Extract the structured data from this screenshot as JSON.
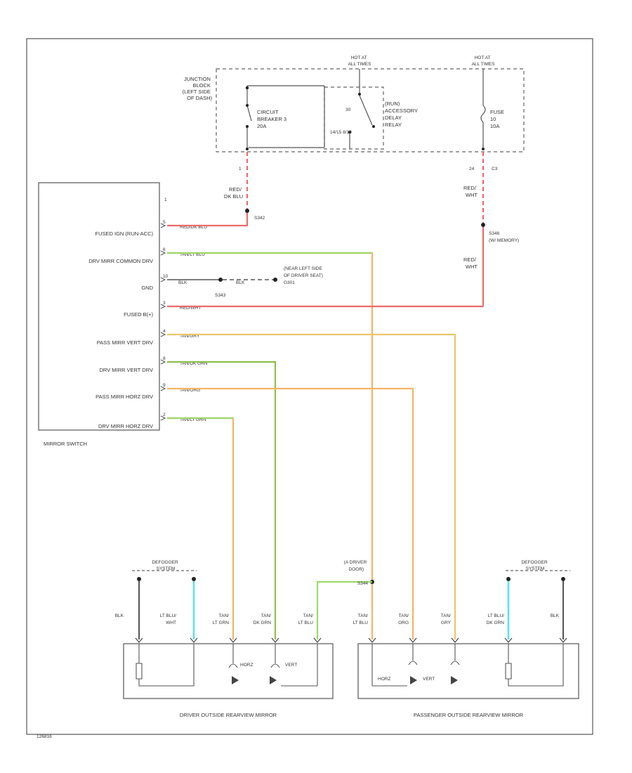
{
  "junction_block": {
    "label": [
      "JUNCTION",
      "BLOCK",
      "(LEFT SIDE",
      "OF DASH)"
    ],
    "hot_left": [
      "HOT AT",
      "ALL TIMES"
    ],
    "hot_right": [
      "HOT AT",
      "ALL TIMES"
    ],
    "circuit_breaker": [
      "CIRCUIT",
      "BREAKER 3",
      "20A"
    ],
    "relay": [
      "(RUN)",
      "ACCESSORY",
      "DELAY",
      "RELAY"
    ],
    "relay_pin_30": "30",
    "relay_pins_bottom": "14/15   8/10",
    "fuse": [
      "FUSE",
      "10",
      "10A"
    ],
    "pin_left": "1",
    "pin_right": "24",
    "pin_right_conn": "C3"
  },
  "splices": {
    "s342": "S342",
    "s346": [
      "S346",
      "(W/ MEMORY)"
    ],
    "s343": "S343",
    "s344": "S344"
  },
  "wires": {
    "red_dkblu": [
      "RED/",
      "DK BLU"
    ],
    "red_wht_top": [
      "RED/",
      "WHT"
    ],
    "red_wht_bottom": [
      "RED/",
      "WHT"
    ],
    "gnd_wire": "BLK",
    "gnd_wire2": "BLK",
    "ground_loc": [
      "(NEAR LEFT SIDE",
      "OF DRIVER SEAT)",
      "G301"
    ]
  },
  "mirror_switch": {
    "title": "MIRROR SWITCH",
    "pin1": "1",
    "rows": [
      {
        "label": "FUSED IGN (RUN-ACC)",
        "pin": "5",
        "wire": "RED/DK BLU"
      },
      {
        "label": "DRV MIRR COMMON DRV",
        "pin": "6",
        "wire": "TAN/LT BLU"
      },
      {
        "label": "GND",
        "pin": "10",
        "wire": "BLK"
      },
      {
        "label": "FUSED B(+)",
        "pin": "3",
        "wire": "RED/WHT"
      },
      {
        "label": "PASS MIRR VERT DRV",
        "pin": "4",
        "wire": "TAN/GRY"
      },
      {
        "label": "DRV MIRR VERT DRV",
        "pin": "8",
        "wire": "TAN/DK GRN"
      },
      {
        "label": "PASS MIRR HORZ DRV",
        "pin": "9",
        "wire": "TAN/ORG"
      },
      {
        "label": "DRV MIRR HORZ DRV",
        "pin": "2",
        "wire": "TAN/LT GRN"
      }
    ]
  },
  "driver_mirror": {
    "title": "DRIVER OUTSIDE REARVIEW MIRROR",
    "defogger": [
      "DEFOGGER",
      "SYSTEM"
    ],
    "wires": [
      {
        "label": [
          "BLK"
        ]
      },
      {
        "label": [
          "LT BLU/",
          "WHT"
        ]
      },
      {
        "label": [
          "TAN/",
          "LT GRN"
        ]
      },
      {
        "label": [
          "TAN/",
          "DK GRN"
        ]
      },
      {
        "label": [
          "TAN/",
          "LT BLU"
        ]
      }
    ],
    "horz": "HORZ",
    "vert": "VERT"
  },
  "passenger_mirror": {
    "title": "PASSENGER OUTSIDE REARVIEW MIRROR",
    "defogger": [
      "DEFOGGER",
      "SYSTEM"
    ],
    "splice_note": [
      "(A DRIVER",
      "DOOR)",
      "S344"
    ],
    "wires": [
      {
        "label": [
          "TAN/",
          "LT BLU"
        ]
      },
      {
        "label": [
          "TAN/",
          "ORG"
        ]
      },
      {
        "label": [
          "TAN/",
          "GRY"
        ]
      },
      {
        "label": [
          "LT BLU/",
          "DK GRN"
        ]
      },
      {
        "label": [
          "BLK"
        ]
      }
    ],
    "horz": "HORZ",
    "vert": "VERT"
  },
  "footer_code": "126816",
  "colors": {
    "red_wire": "#ee6a6a",
    "green_wire": "#9ed86a",
    "orange_wire": "#f4b466",
    "yellow_wire": "#e8c66a",
    "cyan_wire": "#5fe0ee",
    "black_wire": "#555555",
    "dark_green_wire": "#8cc04a"
  }
}
